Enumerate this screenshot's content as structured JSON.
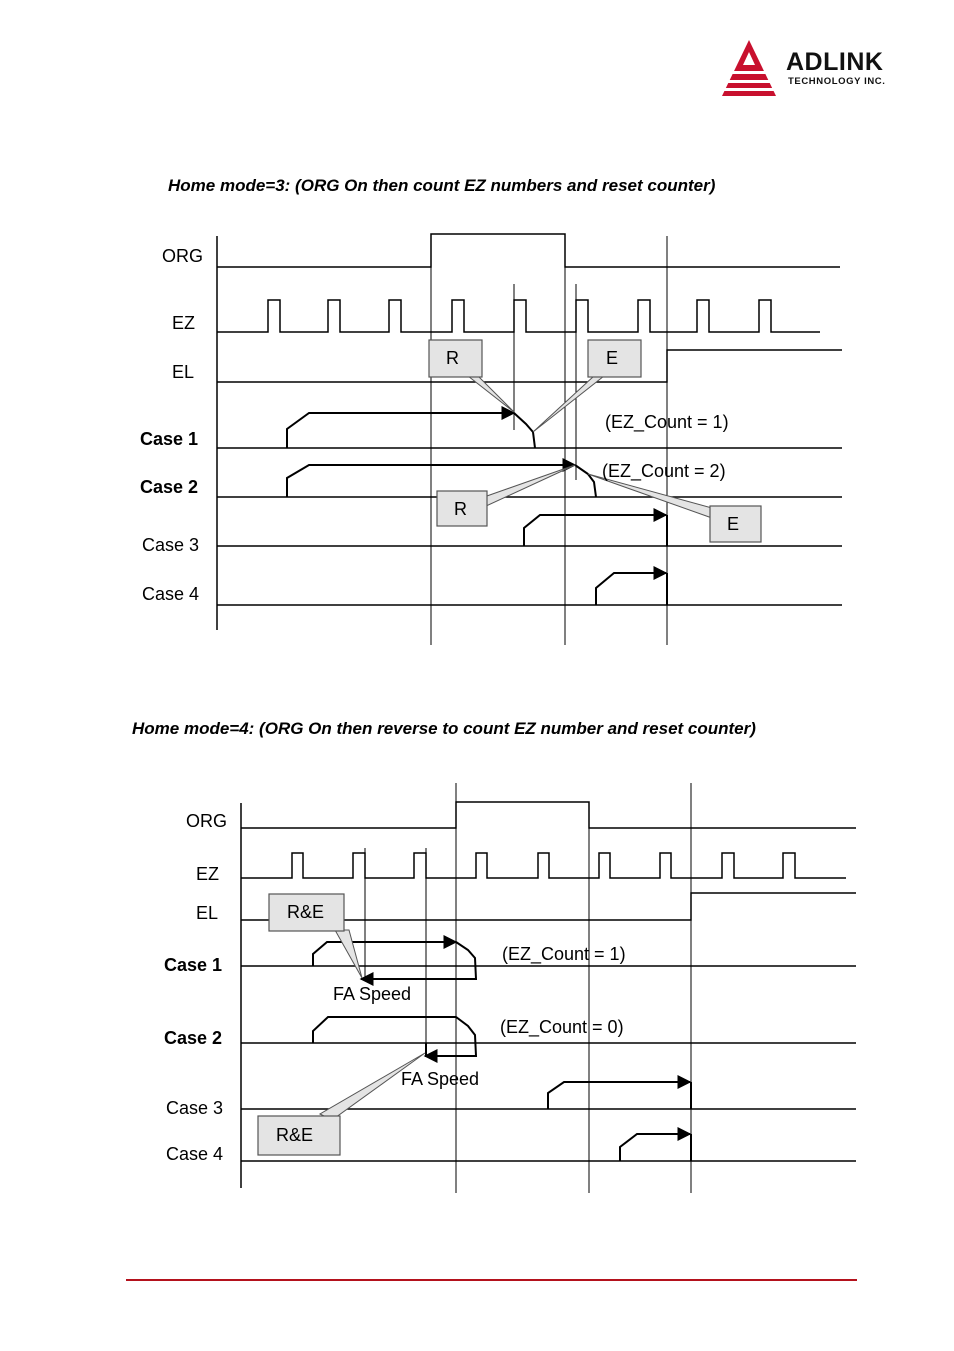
{
  "header": {
    "brand_name": "ADLINK",
    "brand_sub": "TECHNOLOGY INC.",
    "brand_color": "#c8102e"
  },
  "figure1": {
    "caption": "Home mode=3: (ORG On then count EZ numbers and reset counter)",
    "signals": {
      "org": "ORG",
      "ez": "EZ",
      "el": "EL",
      "case1": "Case 1",
      "case2": "Case 2",
      "case3": "Case 3",
      "case4": "Case 4"
    },
    "notes": {
      "case1": "(EZ_Count = 1)",
      "case2": "(EZ_Count = 2)"
    },
    "callouts": {
      "r_top": "R",
      "e_top": "E",
      "r_bottom": "R",
      "e_bottom": "E"
    }
  },
  "figure2": {
    "caption": "Home mode=4: (ORG On then reverse to count EZ number and reset counter)",
    "signals": {
      "org": "ORG",
      "ez": "EZ",
      "el": "EL",
      "case1": "Case 1",
      "case2": "Case 2",
      "case3": "Case 3",
      "case4": "Case 4"
    },
    "notes": {
      "case1": "(EZ_Count = 1)",
      "case2": "(EZ_Count = 0)",
      "fa1": "FA Speed",
      "fa2": "FA Speed"
    },
    "callouts": {
      "re_top": "R&E",
      "re_bottom": "R&E"
    }
  },
  "footer": {
    "rule_color": "#b4121d"
  }
}
